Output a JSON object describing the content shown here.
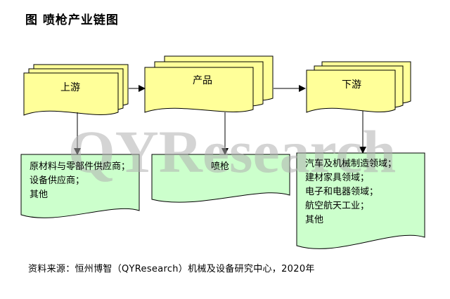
{
  "title": "图  喷枪产业链图",
  "watermark": "QYResearch",
  "stages": {
    "upstream": {
      "label": "上游",
      "items": [
        "原材料与零部件供应商；",
        "设备供应商；",
        "其他"
      ]
    },
    "midstream": {
      "label": "产品",
      "items": [
        "喷枪"
      ]
    },
    "downstream": {
      "label": "下游",
      "items": [
        "汽车及机械制造领域；",
        "建材家具领域；",
        "电子和电器领域；",
        "航空航天工业；",
        "其他"
      ]
    }
  },
  "source": "资料来源：恒州博智（QYResearch）机械及设备研究中心，2020年",
  "colors": {
    "stack_fill": "#ffff99",
    "doc_fill": "#ccffcc",
    "stroke": "#000000",
    "watermark": "#b0b0b0"
  }
}
